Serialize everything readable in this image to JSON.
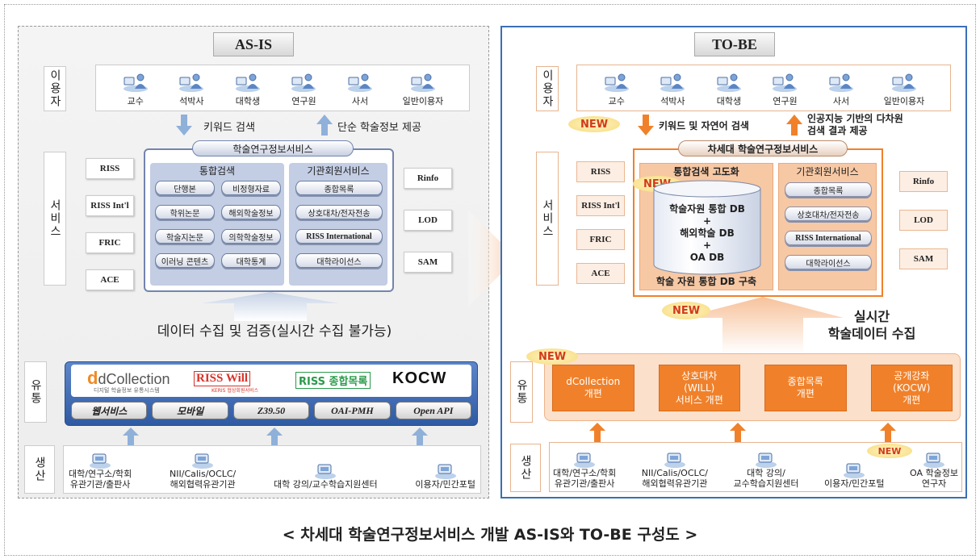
{
  "asis": {
    "title": "AS-IS",
    "user_label": "이용자",
    "users": [
      "교수",
      "석박사",
      "대학생",
      "연구원",
      "사서",
      "일반이용자"
    ],
    "arrow_left": "키워드 검색",
    "arrow_right": "단순 학술정보 제공",
    "service_label": "서비스",
    "service_title": "학술연구정보서비스",
    "left_boxes": [
      "RISS",
      "RISS Int'l",
      "FRIC",
      "ACE"
    ],
    "right_boxes": [
      "Rinfo",
      "LOD",
      "SAM"
    ],
    "integrated_search": {
      "title": "통합검색",
      "items": [
        "단행본",
        "비정형자료",
        "학위논문",
        "해외학술정보",
        "학술지논문",
        "의학학술정보",
        "이러닝 콘텐츠",
        "대학통계"
      ]
    },
    "member_service": {
      "title": "기관회원서비스",
      "items": [
        "종합목록",
        "상호대차/전자전송",
        "RISS International",
        "대학라이선스"
      ]
    },
    "data_collect": "데이터 수집 및 검증(실시간 수집 불가능)",
    "dist_label": "유통",
    "logos": [
      "dCollection",
      "디지털 학술정보 유통시스템",
      "RISS Will",
      "KERIS 협상회원서비스",
      "RISS 종합목록",
      "KOCW"
    ],
    "channels": [
      "웹서비스",
      "모바일",
      "Z39.50",
      "OAI-PMH",
      "Open API"
    ],
    "prod_label": "생산",
    "producers": [
      "대학/연구소/학회\n유관기관/출판사",
      "NII/Calis/OCLC/\n해외협력유관기관",
      "대학 강의/교수학습지원센터",
      "이용자/민간포털"
    ]
  },
  "tobe": {
    "title": "TO-BE",
    "user_label": "이용자",
    "users": [
      "교수",
      "석박사",
      "대학생",
      "연구원",
      "사서",
      "일반이용자"
    ],
    "new": "NEW",
    "arrow_left": "키워드 및 자연어 검색",
    "arrow_right": "인공지능 기반의 다차원\n검색 결과 제공",
    "service_label": "서비스",
    "service_title": "차세대 학술연구정보서비스",
    "left_boxes": [
      "RISS",
      "RISS Int'l",
      "FRIC",
      "ACE"
    ],
    "right_boxes": [
      "Rinfo",
      "LOD",
      "SAM"
    ],
    "integrated_search": {
      "title": "통합검색 고도화",
      "db_lines": [
        "학술자원 통합 DB",
        "+",
        "해외학술 DB",
        "+",
        "OA DB"
      ],
      "caption": "학술 자원 통합 DB 구축"
    },
    "member_service": {
      "title": "기관회원서비스",
      "items": [
        "종합목록",
        "상호대차/전자전송",
        "RISS International",
        "대학라이선스"
      ]
    },
    "realtime": "실시간\n학술데이터 수집",
    "dist_label": "유통",
    "dist_boxes": [
      "dCollection\n개편",
      "상호대차\n(WILL)\n서비스 개편",
      "종합목록\n개편",
      "공개강좌\n(KOCW)\n개편"
    ],
    "prod_label": "생산",
    "producers": [
      "대학/연구소/학회\n유관기관/출판사",
      "NII/Calis/OCLC/\n해외협력유관기관",
      "대학 강의/\n교수학습지원센터",
      "이용자/민간포털",
      "OA 학술정보\n연구자"
    ]
  },
  "caption": "< 차세대 학술연구정보서비스 개발 AS-IS와 TO-BE 구성도 >",
  "colors": {
    "blue": "#3b6fb6",
    "orange": "#f0812a",
    "navy_box": "#3f63a8",
    "peach": "#fdeee3"
  }
}
